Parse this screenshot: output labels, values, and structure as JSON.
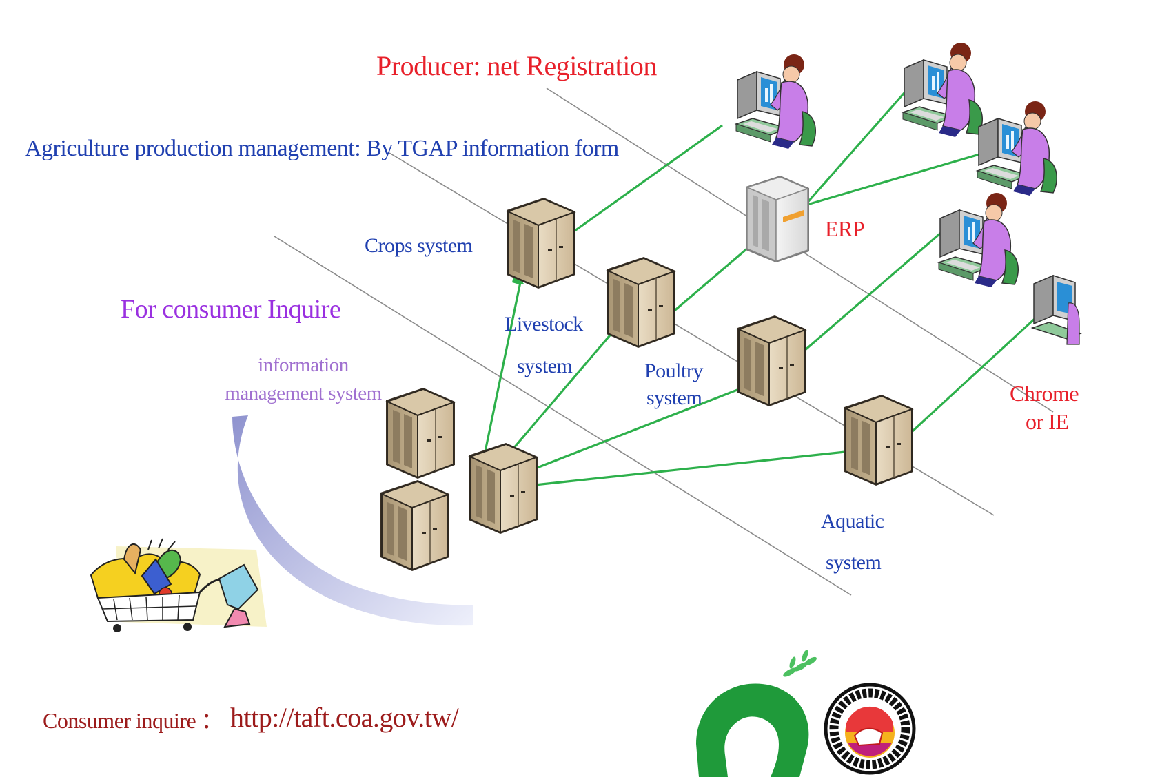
{
  "title": "Producer: net Registration",
  "subtitle": "Agriculture production management:  By TGAP information form",
  "consumer_section": {
    "heading": "For consumer Inquire",
    "sub_line1": "information",
    "sub_line2": "management  system"
  },
  "systems": {
    "crops": "Crops system",
    "livestock_line1": "Livestock",
    "livestock_line2": "system",
    "poultry_line1": "Poultry",
    "poultry_line2": "system",
    "aquatic_line1": "Aquatic",
    "aquatic_line2": "system",
    "erp": "ERP",
    "browser_line1": "Chrome",
    "browser_line2": "or IE"
  },
  "footer": {
    "consumer_label": "Consumer inquire ：",
    "url": "http://taft.coa.gov.tw/"
  },
  "colors": {
    "connector": "#2db04b",
    "divider": "#8a8a8a",
    "title": "#e8202a",
    "system_label": "#2040b0",
    "consumer_heading": "#9a30e0"
  },
  "icons": [
    "server-icon",
    "erp-server-icon",
    "workstation-user-icon",
    "shopping-cart-clipart",
    "taft-logo",
    "association-seal"
  ]
}
